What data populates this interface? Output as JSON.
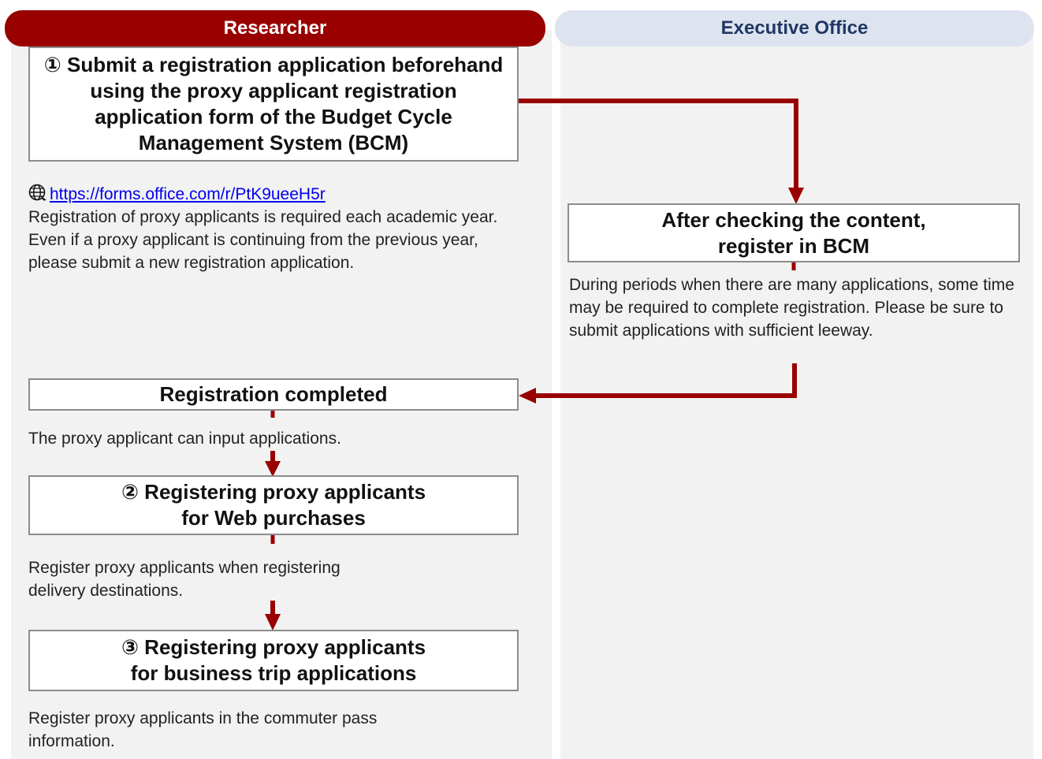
{
  "lanes": {
    "researcher": {
      "label": "Researcher"
    },
    "executive": {
      "label": "Executive Office"
    }
  },
  "steps": {
    "step1": {
      "text": "① Submit a registration application beforehand using the proxy applicant registration application form of the Budget Cycle Management System (BCM)"
    },
    "step1_link": "https://forms.office.com/r/PtK9ueeH5r",
    "step1_note": "Registration of proxy applicants is required each academic year. Even if a proxy applicant is continuing from the previous year, please submit a new registration application.",
    "exec_box": {
      "text": "After checking the content, register in BCM"
    },
    "exec_note": "During periods when there are many applications, some time may be required to complete registration. Please be sure to submit applications with sufficient leeway.",
    "completed": {
      "text": "Registration completed"
    },
    "completed_note": "The proxy applicant can input applications.",
    "step2": {
      "text": "② Registering proxy applicants for Web purchases"
    },
    "step2_note": "Register proxy applicants when registering delivery destinations.",
    "step3": {
      "text": "③ Registering proxy applicants for business trip applications"
    },
    "step3_note": "Register proxy applicants in the commuter pass information."
  },
  "icons": {
    "link_icon": "globe-icon"
  },
  "colors": {
    "accent": "#990000",
    "exec_header": "#dde4ef",
    "exec_header_text": "#203864",
    "lane_bg": "#f2f2f2"
  }
}
